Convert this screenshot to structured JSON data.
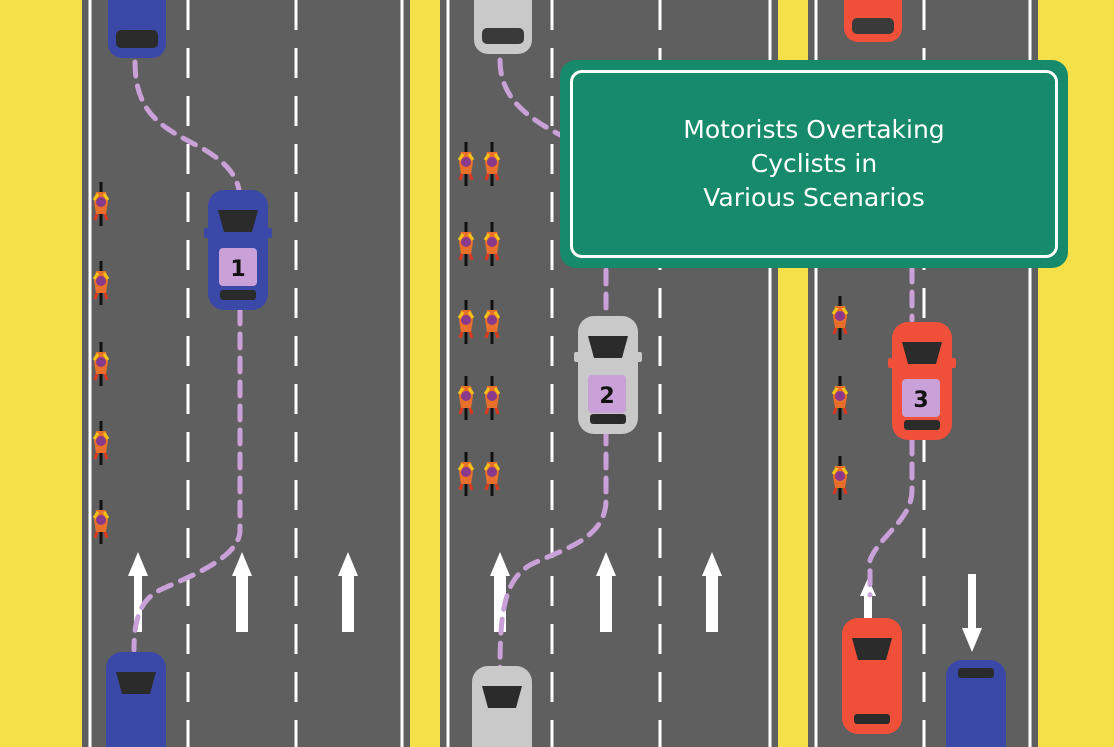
{
  "sign": {
    "lines": [
      "Motorists Overtaking",
      "Cyclists in",
      "Various Scenarios"
    ],
    "background_color": "#168a6a",
    "text_color": "#ffffff"
  },
  "scenarios": [
    {
      "label": "1",
      "car_color": "#3a48a8"
    },
    {
      "label": "2",
      "car_color": "#c9c9c9"
    },
    {
      "label": "3",
      "car_color": "#f0503a"
    }
  ],
  "colors": {
    "verge": "#f6e04a",
    "road": "#5f5f5f",
    "path": "#c9a0d8",
    "badge": "#c9a0d8"
  }
}
